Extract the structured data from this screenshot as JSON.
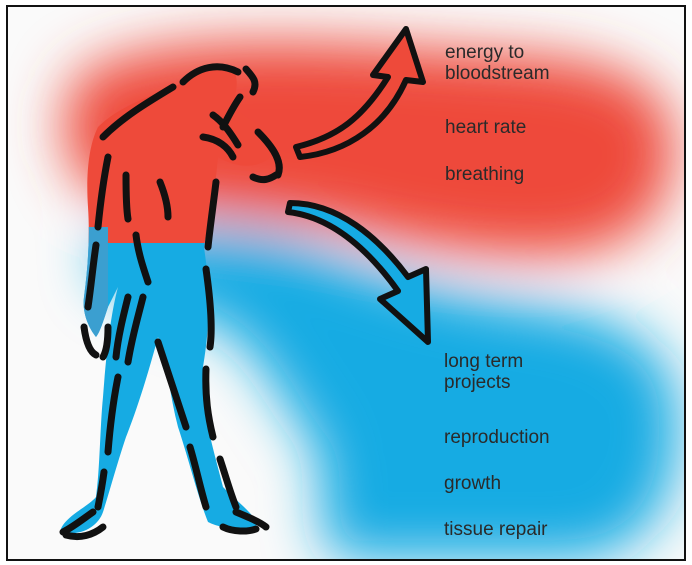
{
  "top_effects": [
    "energy to\nbloodstream",
    "heart rate",
    "breathing"
  ],
  "bottom_effects": [
    "long term\nprojects",
    "reproduction",
    "growth",
    "tissue repair"
  ],
  "colors": {
    "red": "#ee4a3a",
    "blue": "#16abe3",
    "outline": "#111111"
  }
}
